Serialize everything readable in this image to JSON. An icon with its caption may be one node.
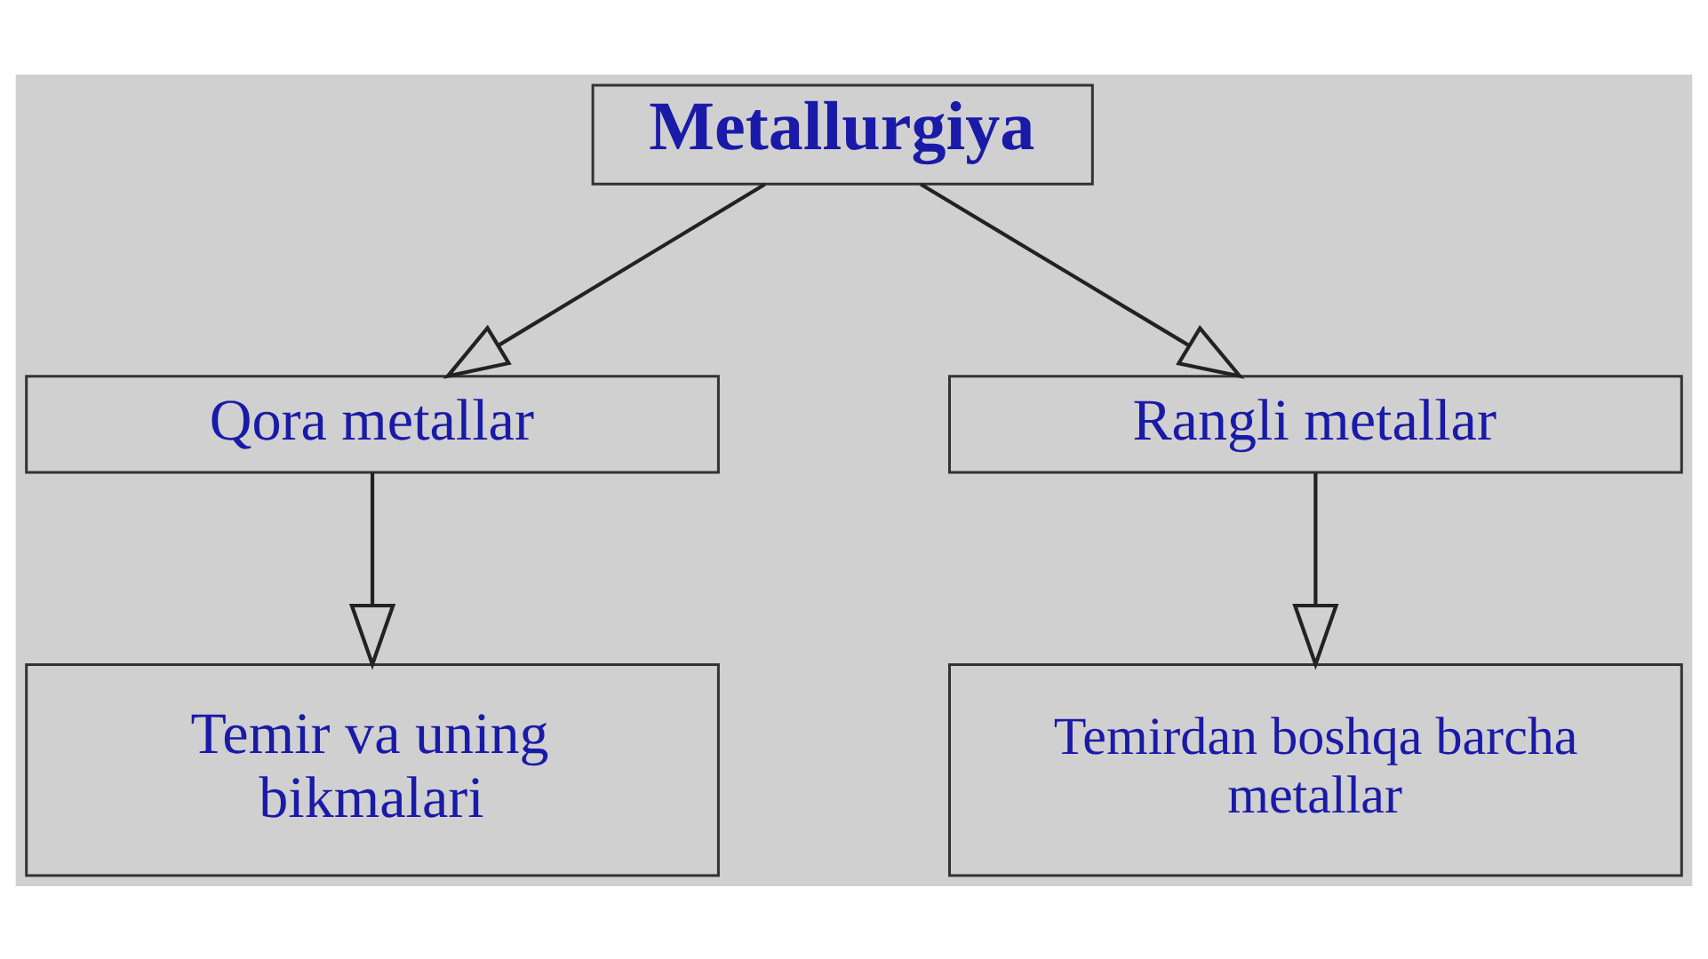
{
  "diagram": {
    "nodes": [
      {
        "text": [
          "Metallurgiya"
        ]
      },
      {
        "text": [
          "Qora metallar"
        ]
      },
      {
        "text": [
          "Rangli metallar"
        ]
      },
      {
        "text": [
          "Temir va uning bikmalari"
        ]
      },
      {
        "text": [
          "Temirdan boshqa barcha metallar"
        ]
      }
    ],
    "edges": [
      {
        "from": 0,
        "to": 1,
        "arrow": "to"
      },
      {
        "from": 0,
        "to": 2,
        "arrow": "to"
      },
      {
        "from": 1,
        "to": 3,
        "arrow": "to"
      },
      {
        "from": 2,
        "to": 4,
        "arrow": "to"
      }
    ]
  }
}
